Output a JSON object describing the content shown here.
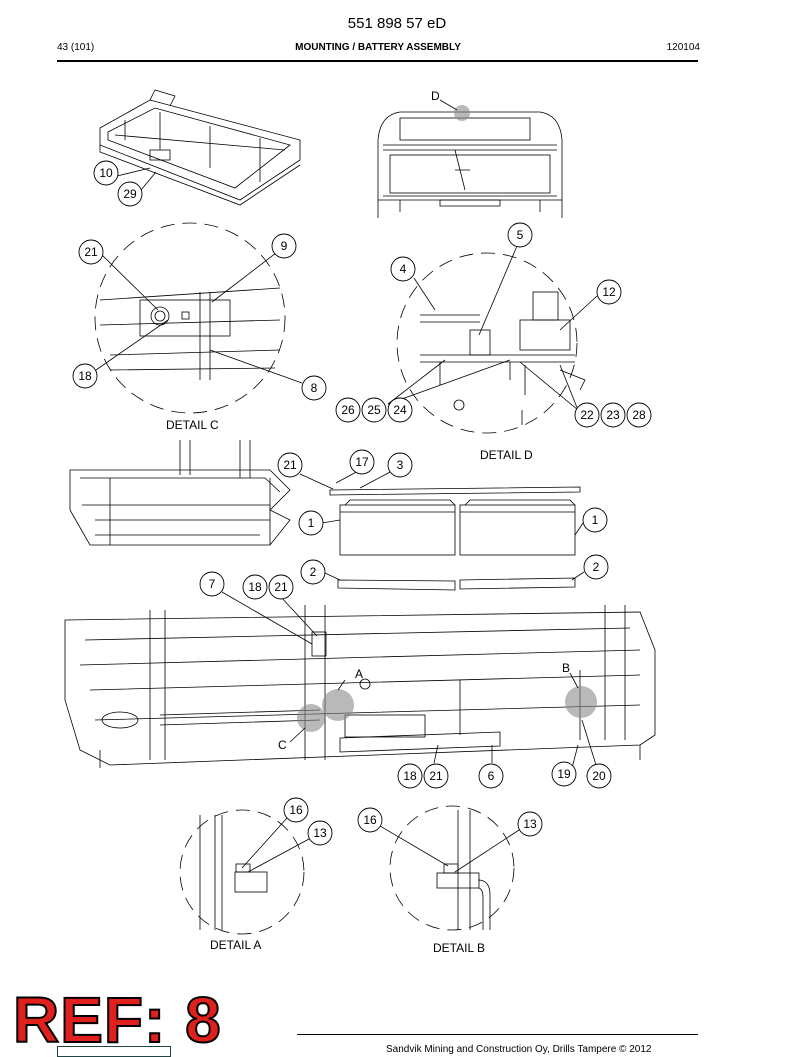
{
  "header": {
    "doc_number": "551 898 57 eD",
    "page": "43 (101)",
    "title": "MOUNTING / BATTERY ASSEMBLY",
    "date": "120104"
  },
  "details": {
    "a": "DETAIL A",
    "b": "DETAIL B",
    "c": "DETAIL C",
    "d": "DETAIL D"
  },
  "view_letters": {
    "a": "A",
    "b": "B",
    "c": "C",
    "d": "D"
  },
  "callouts": {
    "top_left": [
      "10",
      "29"
    ],
    "detail_c": [
      "21",
      "9",
      "18",
      "8"
    ],
    "detail_d": [
      "5",
      "4",
      "12",
      "26",
      "25",
      "24",
      "22",
      "23",
      "28"
    ],
    "battery": [
      "21",
      "17",
      "3",
      "1",
      "1",
      "2",
      "2"
    ],
    "main": [
      "7",
      "18",
      "21",
      "18",
      "21",
      "6",
      "19",
      "20"
    ],
    "detail_a": [
      "16",
      "13"
    ],
    "detail_b": [
      "16",
      "13"
    ]
  },
  "stamp": "REF: 8",
  "footer": "Sandvik Mining and Construction Oy, Drills Tampere © 2012",
  "colors": {
    "stamp": "#e0201c",
    "line": "#000000",
    "highlight": "#8a8a8a"
  }
}
